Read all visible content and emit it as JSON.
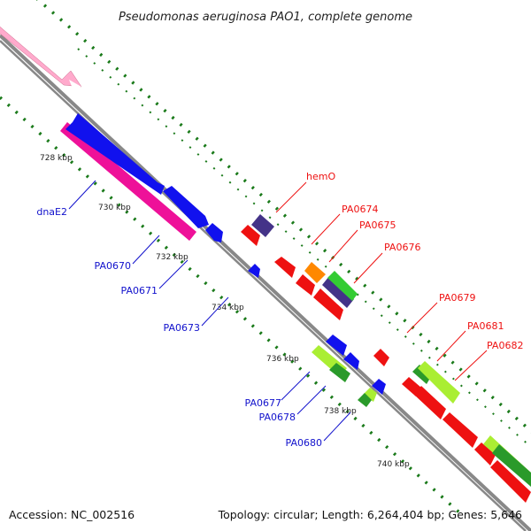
{
  "title": "Pseudomonas aeruginosa PAO1, complete genome",
  "footer": {
    "accession": "Accession: NC_002516",
    "summary": "Topology: circular; Length: 6,264,404 bp; Genes: 5,646"
  },
  "ticks": [
    "728 kbp",
    "730 kbp",
    "732 kbp",
    "734 kbp",
    "736 kbp",
    "738 kbp",
    "740 kbp"
  ],
  "gene_labels": {
    "hemO": "hemO",
    "PA0674": "PA0674",
    "PA0675": "PA0675",
    "PA0676": "PA0676",
    "PA0679": "PA0679",
    "PA0681": "PA0681",
    "PA0682": "PA0682",
    "dnaE2": "dnaE2",
    "PA0670": "PA0670",
    "PA0671": "PA0671",
    "PA0673": "PA0673",
    "PA0677": "PA0677",
    "PA0678": "PA0678",
    "PA0680": "PA0680"
  },
  "colors": {
    "backbone": "#888888",
    "dots": "#1a7a1a",
    "red": "#ee1111",
    "blue": "#1111ee",
    "magenta": "#ee1199",
    "pink": "#ffaacc",
    "navy": "#443388",
    "orange": "#ff8800",
    "lime": "#aaee33",
    "green": "#33aa33",
    "label_red": "#ee1111",
    "label_blue": "#1111cc"
  }
}
